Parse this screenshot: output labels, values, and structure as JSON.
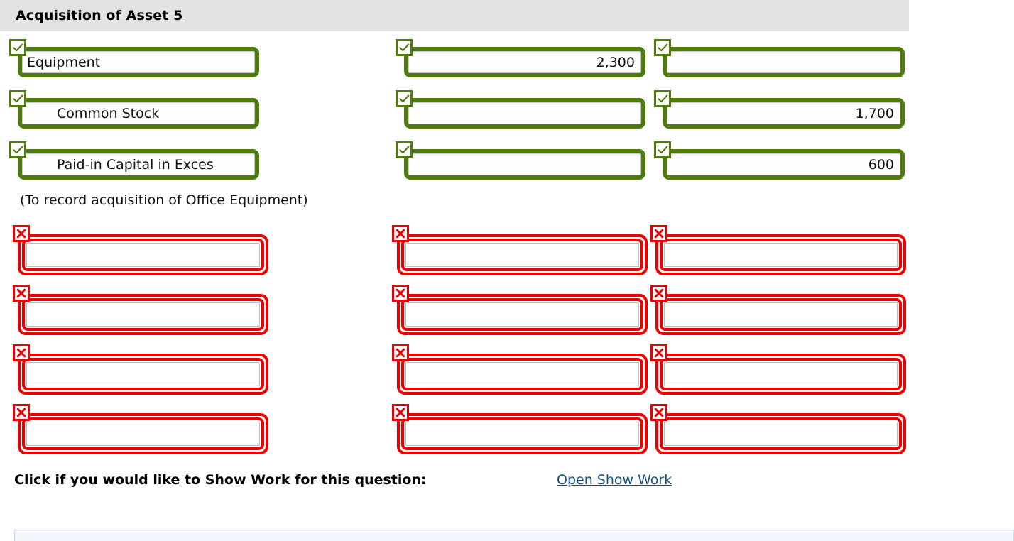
{
  "header": {
    "title": "Acquisition of Asset 5",
    "bar_color": "#e3e3e3"
  },
  "colors": {
    "valid_green": "#4e7a0e",
    "error_red": "#ee0000",
    "link_blue": "#14507d",
    "panel_fill": "#f4f7fb",
    "panel_border": "#ccd4e0"
  },
  "icons": {
    "check": "check-icon",
    "cross": "cross-icon"
  },
  "journal": {
    "columns": [
      "account",
      "debit",
      "credit"
    ],
    "entered_rows": [
      {
        "status": "valid",
        "account": {
          "value": "Equipment",
          "indent": false,
          "status": "valid"
        },
        "debit": {
          "value": "2,300",
          "status": "valid"
        },
        "credit": {
          "value": "",
          "status": "valid"
        }
      },
      {
        "status": "valid",
        "account": {
          "value": "Common Stock",
          "indent": true,
          "status": "valid"
        },
        "debit": {
          "value": "",
          "status": "valid"
        },
        "credit": {
          "value": "1,700",
          "status": "valid"
        }
      },
      {
        "status": "valid",
        "account": {
          "value": "Paid-in Capital in Exces",
          "indent": true,
          "status": "valid"
        },
        "debit": {
          "value": "",
          "status": "valid"
        },
        "credit": {
          "value": "600",
          "status": "valid"
        }
      }
    ],
    "caption": "(To record acquisition of Office Equipment)",
    "error_rows": [
      {
        "account": {
          "value": "",
          "status": "error"
        },
        "debit": {
          "value": "",
          "status": "error"
        },
        "credit": {
          "value": "",
          "status": "error"
        }
      },
      {
        "account": {
          "value": "",
          "status": "error"
        },
        "debit": {
          "value": "",
          "status": "error"
        },
        "credit": {
          "value": "",
          "status": "error"
        }
      },
      {
        "account": {
          "value": "",
          "status": "error"
        },
        "debit": {
          "value": "",
          "status": "error"
        },
        "credit": {
          "value": "",
          "status": "error"
        }
      },
      {
        "account": {
          "value": "",
          "status": "error"
        },
        "debit": {
          "value": "",
          "status": "error"
        },
        "credit": {
          "value": "",
          "status": "error"
        }
      }
    ]
  },
  "show_work": {
    "prompt": "Click if you would like to Show Work for this question:",
    "link_label": "Open Show Work"
  }
}
